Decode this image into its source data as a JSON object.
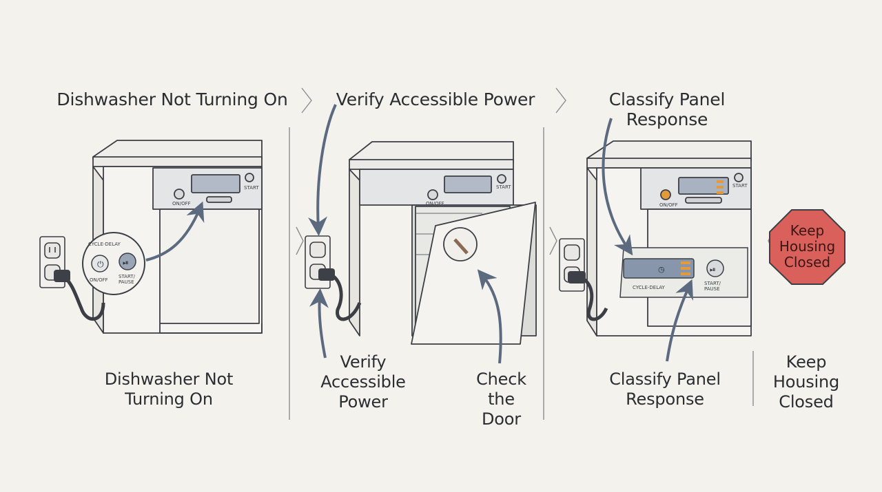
{
  "steps": [
    {
      "title": "Dishwasher Not Turning On",
      "caption": "Dishwasher Not\nTurning On",
      "callout": {
        "cycle_delay": "CYCLE-DELAY",
        "on_off": "ON/OFF",
        "start_pause": "START/\nPAUSE"
      },
      "panel": {
        "on_off": "ON/OFF",
        "start": "START"
      }
    },
    {
      "title": "Verify Accessible Power",
      "caption": "Verify\nAccessible\nPower",
      "secondary_caption": "Check\nthe\nDoor",
      "panel": {
        "on_off": "ON/OFF",
        "start": "START"
      }
    },
    {
      "title": "Classify Panel\nResponse",
      "caption": "Classify Panel\nResponse",
      "callout": {
        "cycle_delay": "CYCLE-DELAY",
        "start_pause": "START/\nPAUSE"
      },
      "panel": {
        "on_off": "ON/OFF",
        "start": "START"
      }
    },
    {
      "stop_sign": "Keep\nHousing\nClosed",
      "caption": "Keep\nHousing\nClosed",
      "stop_color": "#d9605b"
    }
  ],
  "colors": {
    "arrow": "#5c6a7f",
    "line": "#3b3e44",
    "panel": "#dfe0e2",
    "display": "#aab4c2",
    "led": "#e39a3a"
  }
}
